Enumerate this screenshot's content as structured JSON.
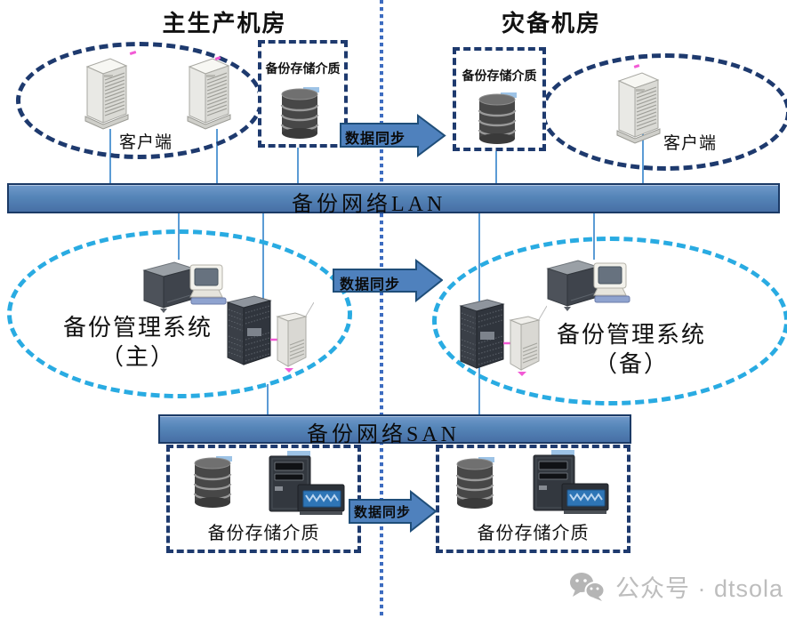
{
  "titles": {
    "production_room": "主生产机房",
    "disaster_room": "灾备机房"
  },
  "bars": {
    "lan": "备份网络LAN",
    "san": "备份网络SAN"
  },
  "labels": {
    "client": "客户端",
    "storage_media": "备份存储介质",
    "data_sync": "数据同步",
    "mgmt_system": "备份管理系统",
    "mgmt_primary_suffix": "（主）",
    "mgmt_standby_suffix": "（备）"
  },
  "watermark": {
    "text": "公众号 · dtsola"
  },
  "icons": {
    "server-tower": "isometric tower server",
    "disk-array": "stacked disk storage cylinder",
    "mgmt-console": "server cube with CRT monitor console",
    "rack-pair": "dark rack server beside light tower server",
    "tape-library": "tape library with drive unit and blue panel",
    "wechat": "WeChat double chat bubbles"
  },
  "colors": {
    "navy_dash": "#1e3a6e",
    "cyan_dash": "#29abe2",
    "bar_fill": "#4f81bd",
    "bar_border": "#1b3a66",
    "connector": "#5b9bd5",
    "dotted_line": "#3d6cc0",
    "arrow_fill": "#4f81bd",
    "magenta_accent": "#f25ad5",
    "watermark_gray": "#bdbdbd"
  }
}
